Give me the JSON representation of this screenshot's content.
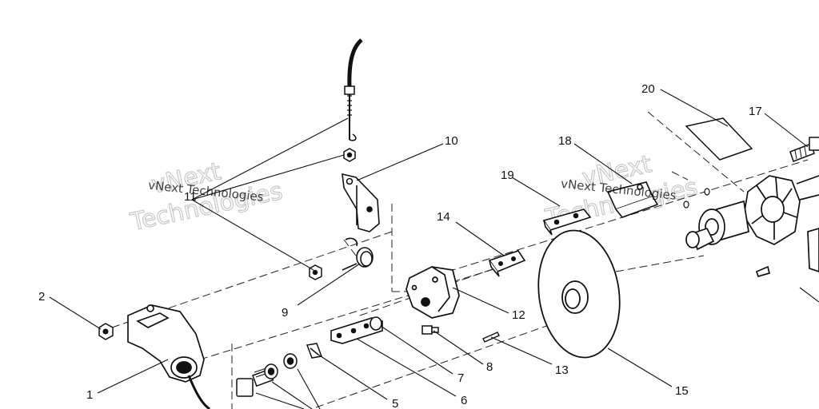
{
  "diagram": {
    "callouts": [
      "1",
      "2",
      "5",
      "6",
      "7",
      "8",
      "9",
      "10",
      "11",
      "12",
      "13",
      "14",
      "15",
      "17",
      "18",
      "19",
      "20"
    ],
    "watermark": {
      "text": "vNext Technologies",
      "line1": "vNext",
      "line2": "Technologies"
    }
  }
}
